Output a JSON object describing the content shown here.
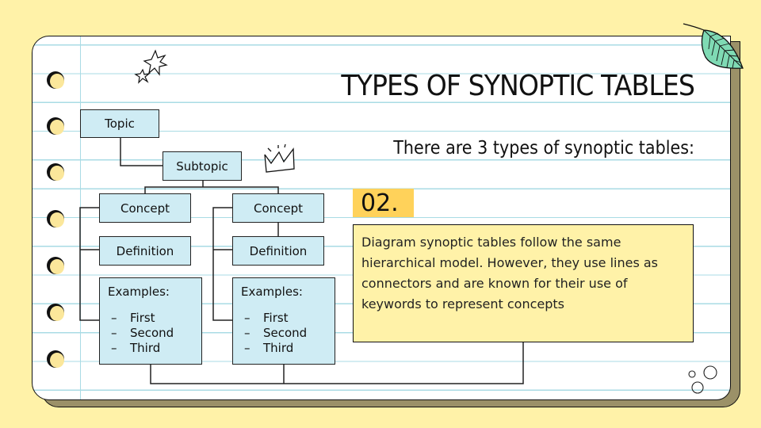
{
  "slide": {
    "title": "TYPES OF SYNOPTIC TABLES",
    "subtitle": "There are 3 types of synoptic tables:",
    "number": "02.",
    "description": "Diagram synoptic tables follow the same hierarchical model. However, they use lines as connectors and are known for their use of keywords to represent concepts"
  },
  "diagram": {
    "topic": "Topic",
    "subtopic": "Subtopic",
    "branches": [
      {
        "concept": "Concept",
        "definition": "Definition",
        "examples_label": "Examples:",
        "examples": [
          "First",
          "Second",
          "Third"
        ]
      },
      {
        "concept": "Concept",
        "definition": "Definition",
        "examples_label": "Examples:",
        "examples": [
          "First",
          "Second",
          "Third"
        ]
      }
    ]
  },
  "decorations": [
    "star-icon",
    "crown-icon",
    "leaf-icon",
    "bubbles-icon",
    "binder-holes"
  ],
  "colors": {
    "background": "#fff2a8",
    "node_fill": "#cfecf4",
    "number_highlight": "#ffd25a",
    "paper_shadow": "#9b9168",
    "leaf": "#7fdab4",
    "ruled_line": "#a9dbe4"
  }
}
